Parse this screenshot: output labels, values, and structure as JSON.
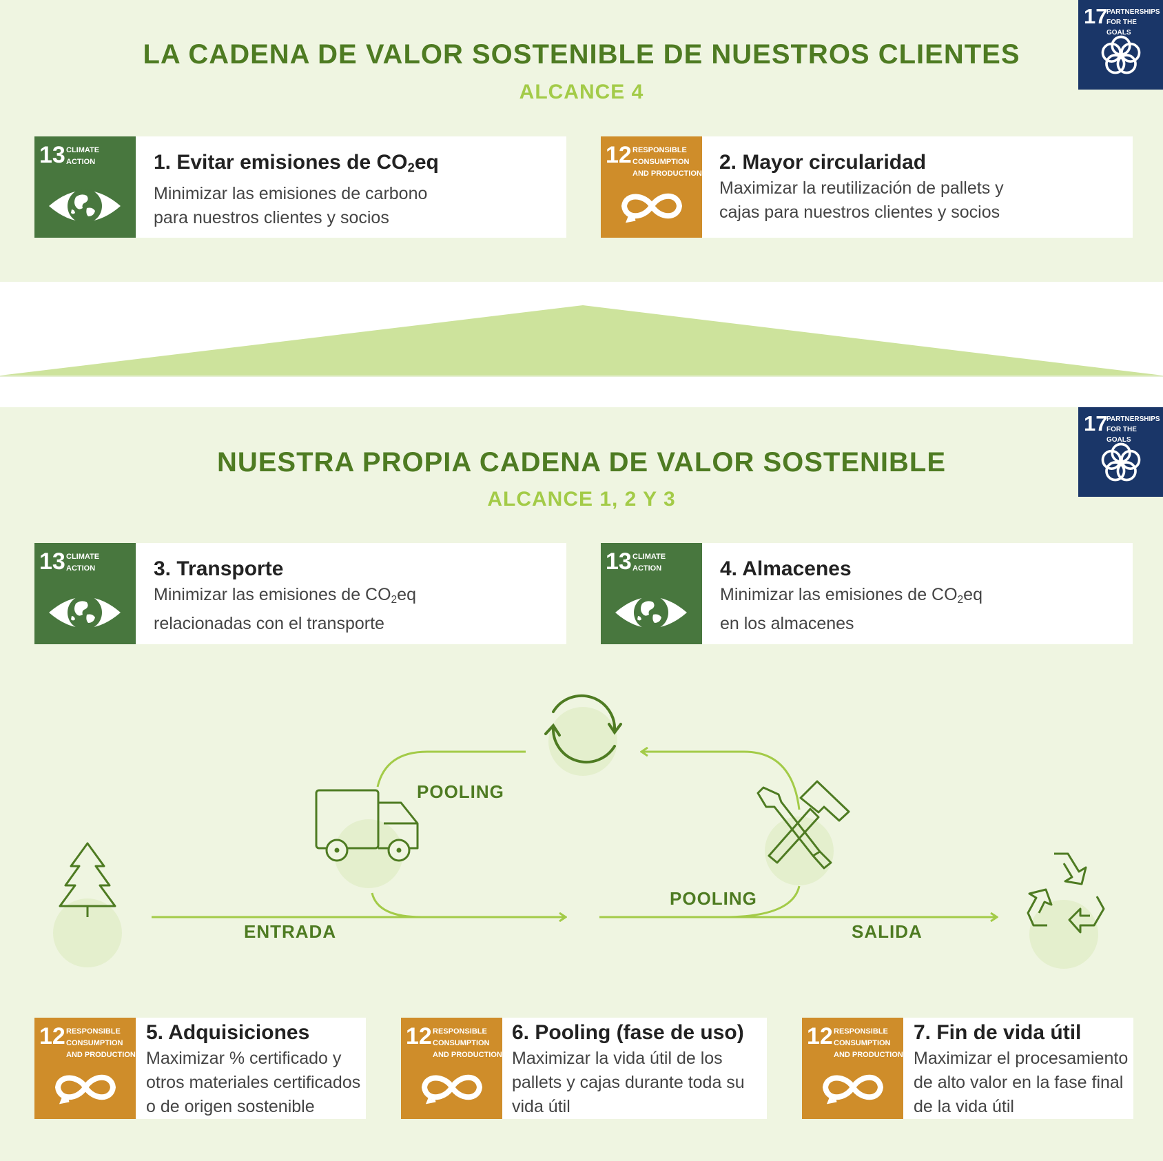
{
  "top_section": {
    "title": "LA CADENA DE VALOR SOSTENIBLE DE NUESTROS CLIENTES",
    "subtitle": "ALCANCE 4",
    "badge": {
      "number": "17",
      "label_line1": "PARTNERSHIPS",
      "label_line2": "FOR THE GOALS",
      "icon": "flower-rings-icon",
      "color": "#1a3668"
    },
    "cards": [
      {
        "sdg_number": "13",
        "sdg_label": "CLIMATE\nACTION",
        "sdg_icon": "eye-globe-icon",
        "sdg_color": "#48773e",
        "title_pre": "1. Evitar emisiones de CO",
        "title_sub": "2",
        "title_post": "eq",
        "desc_line1": "Minimizar las emisiones de carbono",
        "desc_line2": "para nuestros clientes y socios"
      },
      {
        "sdg_number": "12",
        "sdg_label": "RESPONSIBLE\nCONSUMPTION\nAND PRODUCTION",
        "sdg_icon": "infinity-arrow-icon",
        "sdg_color": "#cf8d2a",
        "title": "2. Mayor circularidad",
        "desc_line1": "Maximizar la reutilización de pallets y",
        "desc_line2": "cajas para nuestros clientes y socios"
      }
    ]
  },
  "bottom_section": {
    "title": "NUESTRA PROPIA CADENA DE VALOR SOSTENIBLE",
    "subtitle": "ALCANCE 1, 2 Y 3",
    "badge": {
      "number": "17",
      "label_line1": "PARTNERSHIPS",
      "label_line2": "FOR THE GOALS",
      "icon": "flower-rings-icon",
      "color": "#1a3668"
    },
    "cards": [
      {
        "sdg_number": "13",
        "sdg_label": "CLIMATE\nACTION",
        "sdg_icon": "eye-globe-icon",
        "title": "3. Transporte",
        "desc_line1_pre": "Minimizar las emisiones de CO",
        "desc_line1_sub": "2",
        "desc_line1_post": "eq",
        "desc_line2": "relacionadas con el transporte"
      },
      {
        "sdg_number": "13",
        "sdg_label": "CLIMATE\nACTION",
        "sdg_icon": "eye-globe-icon",
        "title": "4. Almacenes",
        "desc_line1_pre": "Minimizar las emisiones de CO",
        "desc_line1_sub": "2",
        "desc_line1_post": "eq",
        "desc_line2": "en los almacenes"
      }
    ],
    "flow": {
      "labels": {
        "pooling_top": "POOLING",
        "pooling_bottom": "POOLING",
        "entrada": "ENTRADA",
        "salida": "SALIDA"
      },
      "icons": [
        "tree-icon",
        "truck-icon",
        "cycle-arrows-icon",
        "tools-icon",
        "recycle-icon"
      ],
      "line_color": "#a3cb48",
      "icon_color": "#4e7b22"
    },
    "bottom_cards": [
      {
        "sdg_number": "12",
        "sdg_label": "RESPONSIBLE\nCONSUMPTION\nAND PRODUCTION",
        "sdg_icon": "infinity-arrow-icon",
        "title": "5. Adquisiciones",
        "desc_line1": "Maximizar % certificado y",
        "desc_line2": "otros materiales certificados",
        "desc_line3": "o de origen sostenible"
      },
      {
        "sdg_number": "12",
        "sdg_label": "RESPONSIBLE\nCONSUMPTION\nAND PRODUCTION",
        "sdg_icon": "infinity-arrow-icon",
        "title": "6. Pooling (fase de uso)",
        "desc_line1": "Maximizar la vida útil de los",
        "desc_line2": "pallets y cajas durante toda su",
        "desc_line3": "vida útil"
      },
      {
        "sdg_number": "12",
        "sdg_label": "RESPONSIBLE\nCONSUMPTION\nAND PRODUCTION",
        "sdg_icon": "infinity-arrow-icon",
        "title": "7. Fin de vida útil",
        "desc_line1": "Maximizar el procesamiento",
        "desc_line2": "de alto valor en la fase final",
        "desc_line3": "de la vida útil"
      }
    ]
  }
}
